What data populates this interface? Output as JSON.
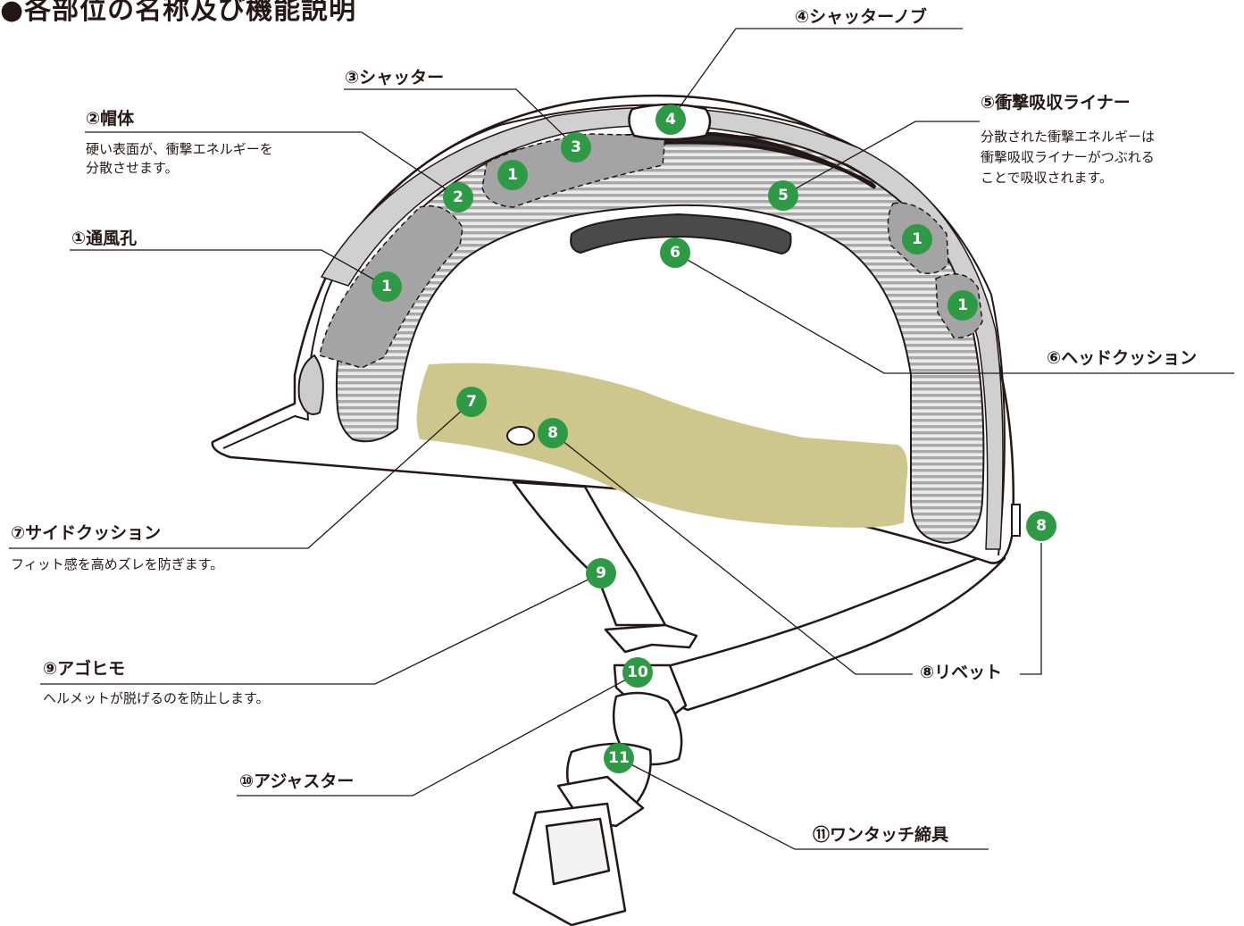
{
  "title": "●各部位の名称及び機能説明",
  "parts": [
    {
      "id": "vent",
      "label": "①通風孔",
      "badge": "1",
      "description": []
    },
    {
      "id": "shell",
      "label": "②帽体",
      "badge": "2",
      "description": [
        "硬い表面が、衝撃エネルギーを",
        "分散させます。"
      ]
    },
    {
      "id": "shutter",
      "label": "③シャッター",
      "badge": "3",
      "description": []
    },
    {
      "id": "shutter-knob",
      "label": "④シャッターノブ",
      "badge": "4",
      "description": []
    },
    {
      "id": "liner",
      "label": "⑤衝撃吸収ライナー",
      "badge": "5",
      "description": [
        "分散された衝撃エネルギーは",
        "衝撃吸収ライナーがつぶれる",
        "ことで吸収されます。"
      ]
    },
    {
      "id": "head-cushion",
      "label": "⑥ヘッドクッション",
      "badge": "6",
      "description": []
    },
    {
      "id": "side-cushion",
      "label": "⑦サイドクッション",
      "badge": "7",
      "description": [
        "フィット感を高めズレを防ぎます。"
      ]
    },
    {
      "id": "rivet",
      "label": "⑧リベット",
      "badge": "8",
      "description": []
    },
    {
      "id": "chin-strap",
      "label": "⑨アゴヒモ",
      "badge": "9",
      "description": [
        "ヘルメットが脱げるのを防止します。"
      ]
    },
    {
      "id": "adjuster",
      "label": "⑩アジャスター",
      "badge": "10",
      "description": []
    },
    {
      "id": "buckle",
      "label": "⑪ワンタッチ締具",
      "badge": "11",
      "description": []
    }
  ],
  "colors": {
    "badge": "#2f9a46",
    "vent_pad": "#a4a4a4",
    "liner_fill": "#b5b5b5",
    "side_cushion": "#cdc78e",
    "head_cushion": "#4a4a4a",
    "outline": "#231815"
  }
}
